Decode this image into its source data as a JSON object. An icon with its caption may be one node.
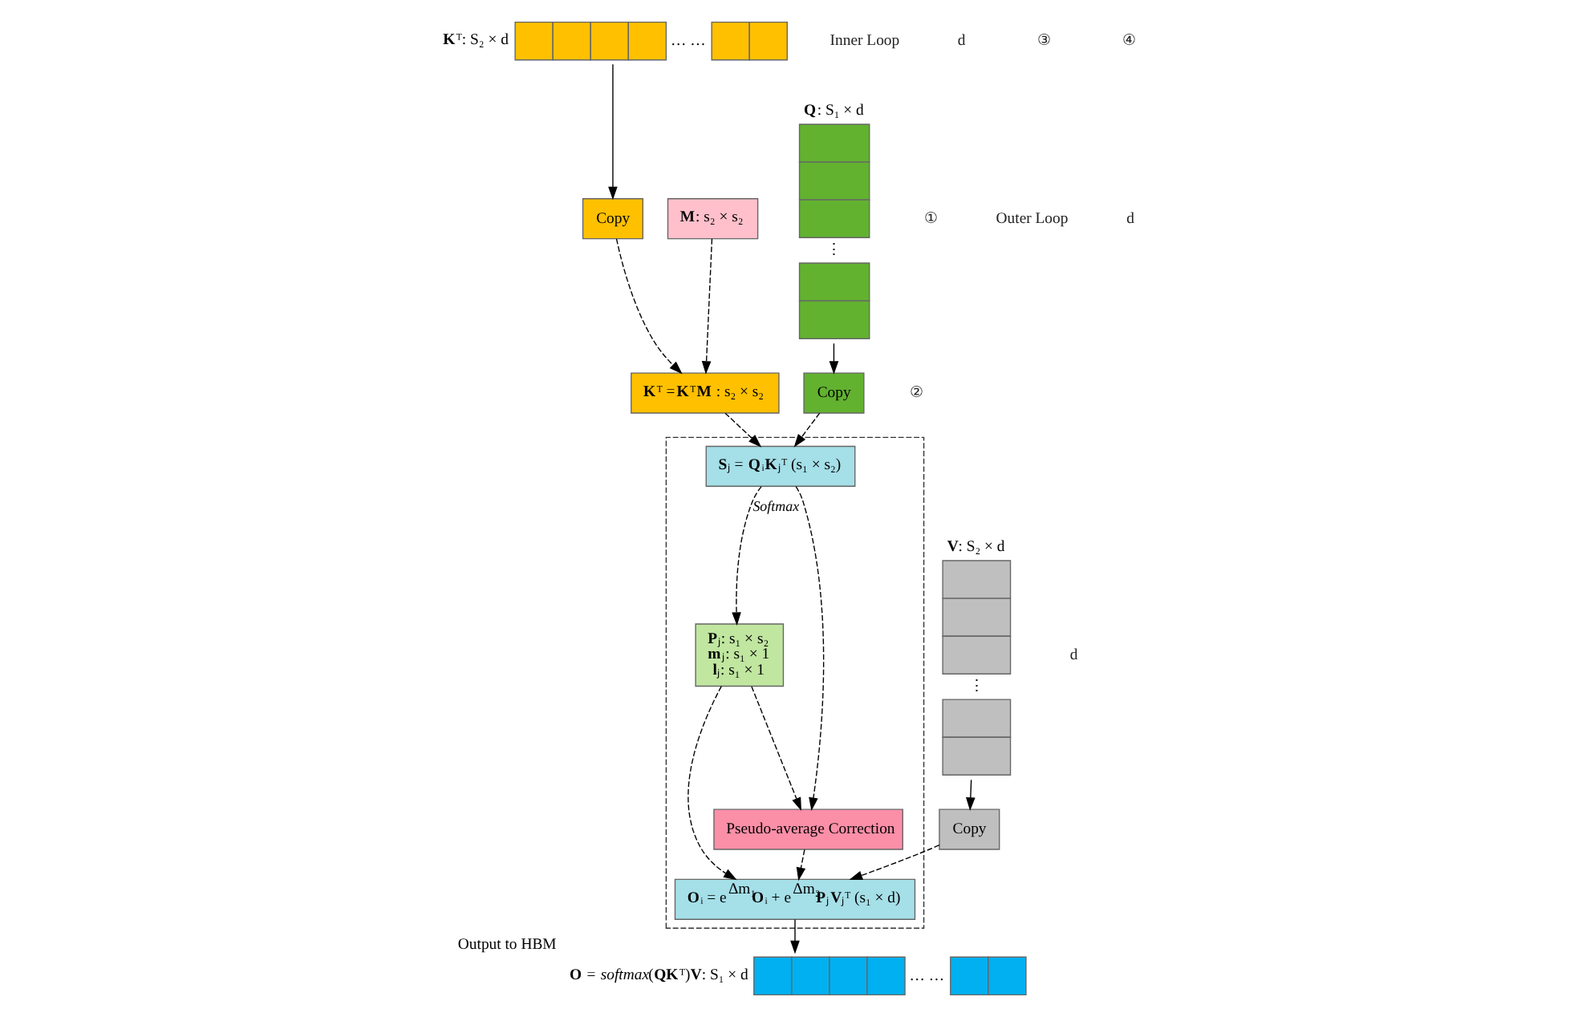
{
  "diagram": {
    "nodes": [
      {
        "text": [
          "**K**ᵀ: S₂ × d",
          "… …"
        ]
      },
      {
        "text": [
          "**M**: s₂ × s₂"
        ]
      },
      {
        "text": [
          "Copy"
        ]
      },
      {
        "text": [
          "**K**ᵀ =**K**ᵀ**M** : s₂ × s₂"
        ]
      },
      {
        "text": [
          "**Q**: S₁ × d",
          "⋮"
        ]
      },
      {
        "text": [
          "Copy"
        ]
      },
      {
        "text": [
          "**V**: S₂ × d",
          "⋮"
        ]
      },
      {
        "text": [
          "Copy"
        ]
      },
      {
        "text": [],
        "shape": "box"
      },
      {
        "text": [
          "**S**ⱼ = **Q**ᵢ**K**ⱼᵀ (s₁ × s₂)"
        ],
        "in": 8
      },
      {
        "text": [
          "**P**ⱼ: s₁ × s₂",
          "**m**ⱼ: s₁ × 1",
          "**l**ⱼ: s₁ × 1"
        ],
        "in": 8
      },
      {
        "text": [
          "Pseudo-average Correction"
        ],
        "in": 8
      },
      {
        "text": [
          "**O**ᵢ = e$^{Δm₁}$**O**ᵢ + e$^{Δm₂}$**P**ⱼ**V**ⱼᵀ (s₁ × d)"
        ],
        "in": 8
      },
      {
        "text": [
          "**O** = *softmax*(**QK**ᵀ)**V**: S₁ × d",
          "… …"
        ],
        "beside": [
          "Output to HBM"
        ]
      }
    ],
    "edges": [
      {
        "from": 0,
        "to": 2,
        "arrow": "to"
      },
      {
        "from": 2,
        "to": 3,
        "arrow": "to",
        "style": "dashed"
      },
      {
        "from": 1,
        "to": 3,
        "arrow": "to",
        "style": "dashed"
      },
      {
        "from": 3,
        "to": 9,
        "arrow": "to",
        "style": "dashed"
      },
      {
        "from": 4,
        "to": 5,
        "arrow": "to"
      },
      {
        "from": 5,
        "to": 9,
        "arrow": "to",
        "style": "dashed"
      },
      {
        "from": 9,
        "to": 10,
        "arrow": "to",
        "style": "dashed",
        "label": "*Softmax*"
      },
      {
        "from": 9,
        "to": 11,
        "arrow": "to",
        "style": "dashed"
      },
      {
        "from": 10,
        "to": 11,
        "arrow": "to",
        "style": "dashed"
      },
      {
        "from": 11,
        "to": 12,
        "arrow": "to",
        "style": "dashed"
      },
      {
        "from": 6,
        "to": 7,
        "arrow": "to"
      },
      {
        "from": 7,
        "to": 12,
        "arrow": "to",
        "style": "dashed"
      },
      {
        "from": 10,
        "to": 12,
        "arrow": "to",
        "style": "dashed"
      },
      {
        "from": 12,
        "to": 13,
        "arrow": "to"
      }
    ],
    "labels": [
      "Inner Loop",
      "①",
      "d",
      "②",
      "Outer Loop",
      "③",
      "④",
      "d",
      "d"
    ]
  }
}
